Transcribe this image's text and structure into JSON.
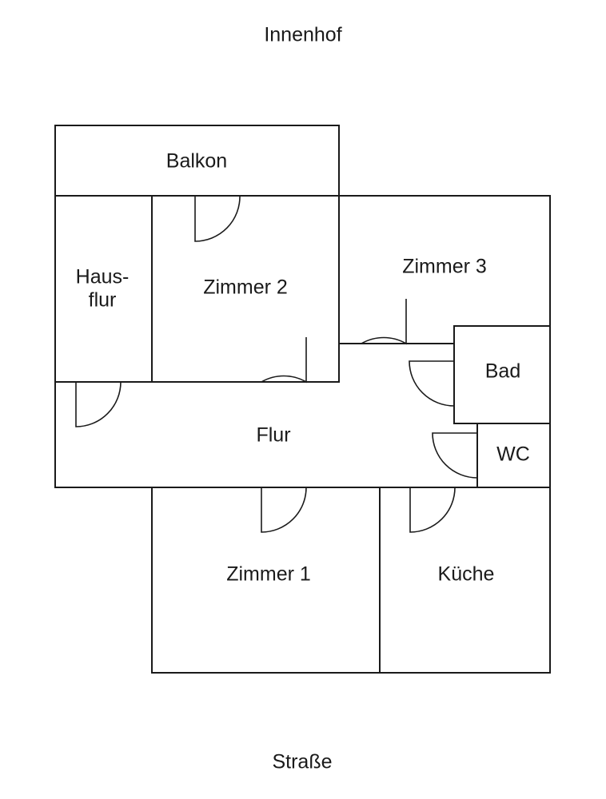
{
  "surroundings": {
    "top": "Innenhof",
    "bottom": "Straße"
  },
  "rooms": {
    "balkon": "Balkon",
    "hausflur_line1": "Haus-",
    "hausflur_line2": "flur",
    "zimmer2": "Zimmer 2",
    "zimmer3": "Zimmer 3",
    "bad": "Bad",
    "wc": "WC",
    "flur": "Flur",
    "zimmer1": "Zimmer 1",
    "kueche": "Küche"
  },
  "colors": {
    "line": "#1a1a1a",
    "background": "#ffffff"
  }
}
